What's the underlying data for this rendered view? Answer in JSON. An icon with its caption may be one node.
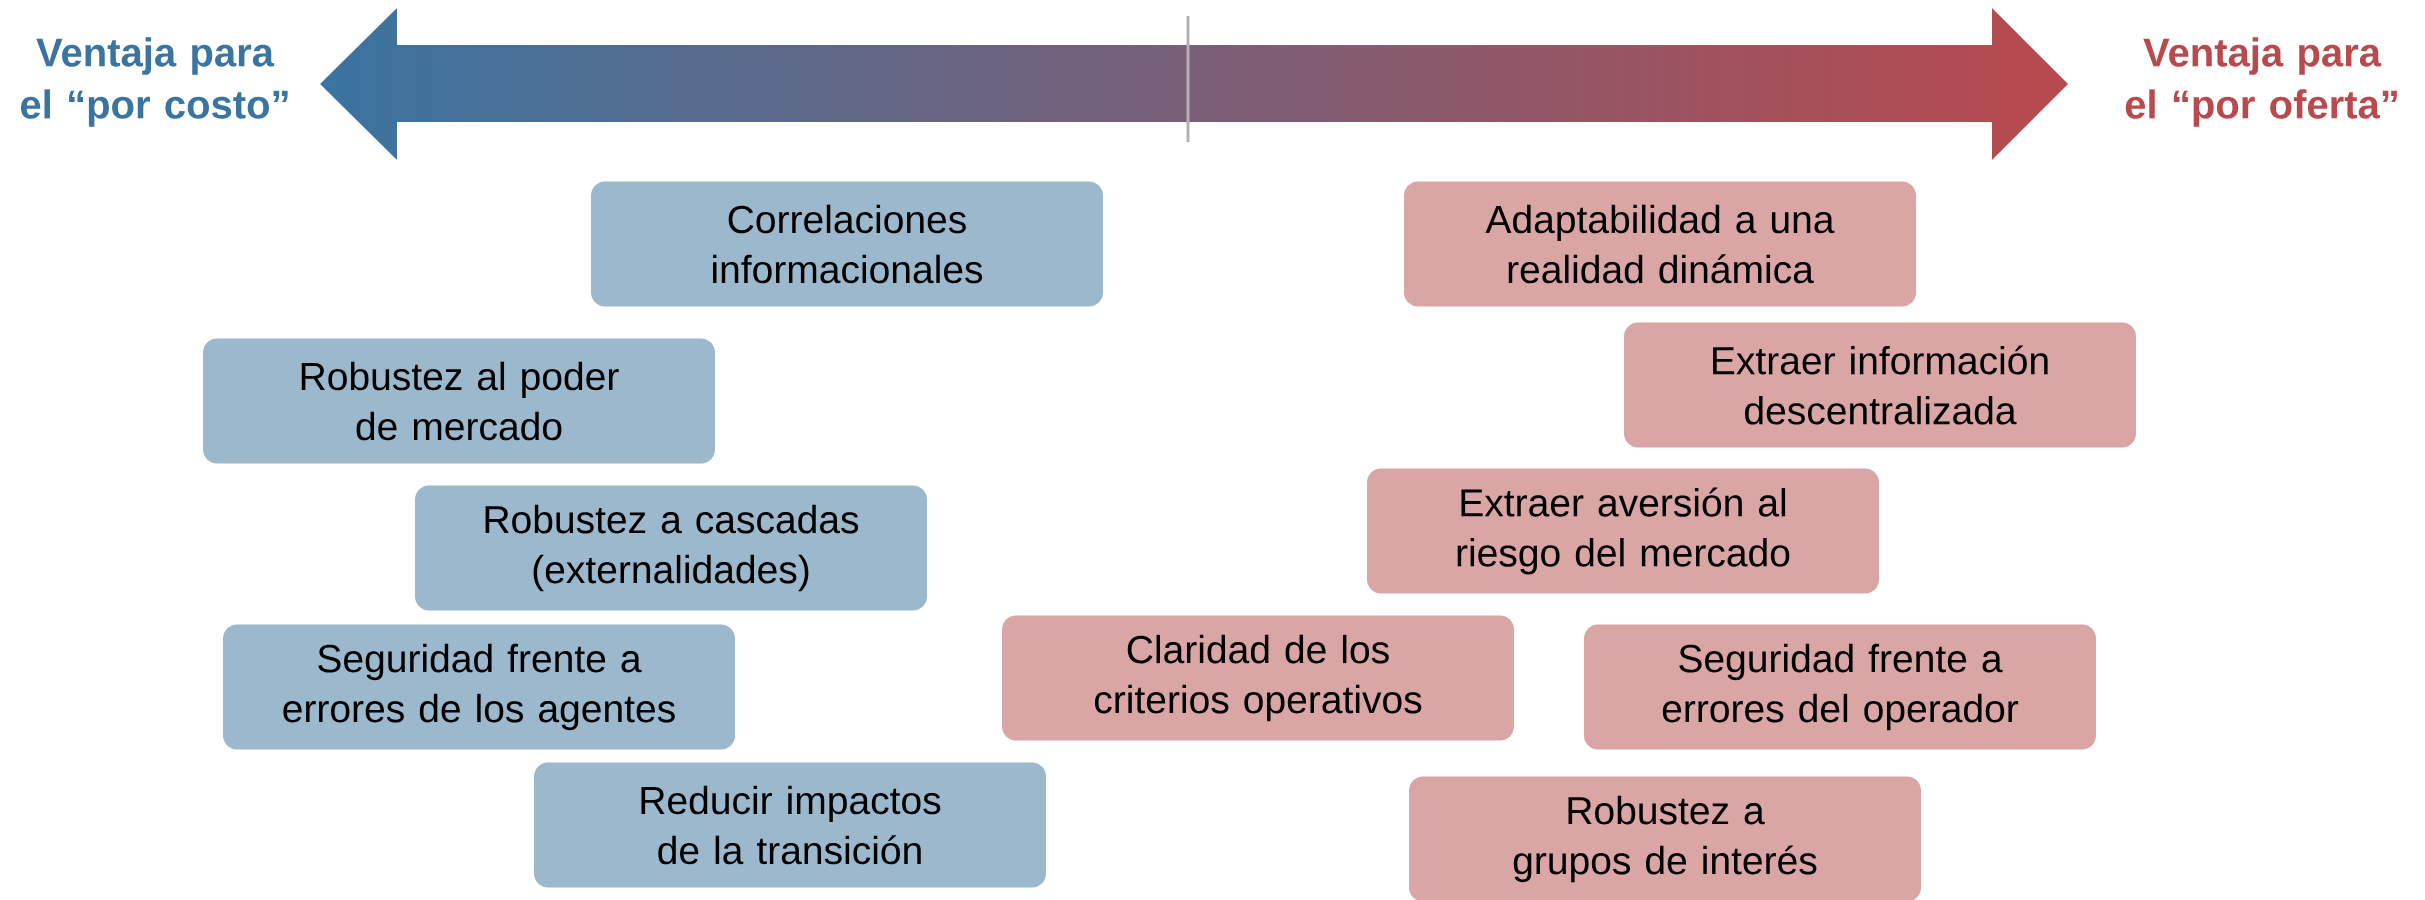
{
  "diagram": {
    "nodes": [
      {
        "text": [
          "Correlaciones informacionales"
        ]
      },
      {
        "text": [
          "Robustez al poder de mercado"
        ]
      },
      {
        "text": [
          "Robustez a cascadas (externalidades)"
        ]
      },
      {
        "text": [
          "Seguridad frente a errores de los agentes"
        ]
      },
      {
        "text": [
          "Reducir impactos de la transición"
        ]
      },
      {
        "text": [
          "Adaptabilidad a una realidad dinámica"
        ]
      },
      {
        "text": [
          "Extraer información descentralizada"
        ]
      },
      {
        "text": [
          "Extraer aversión al riesgo del mercado"
        ]
      },
      {
        "text": [
          "Claridad de los criterios operativos"
        ]
      },
      {
        "text": [
          "Seguridad frente a errores del operador"
        ]
      },
      {
        "text": [
          "Robustez a grupos de interés"
        ]
      }
    ],
    "labels": [
      "Ventaja para el “por costo”",
      "Ventaja para el “por oferta”"
    ]
  }
}
